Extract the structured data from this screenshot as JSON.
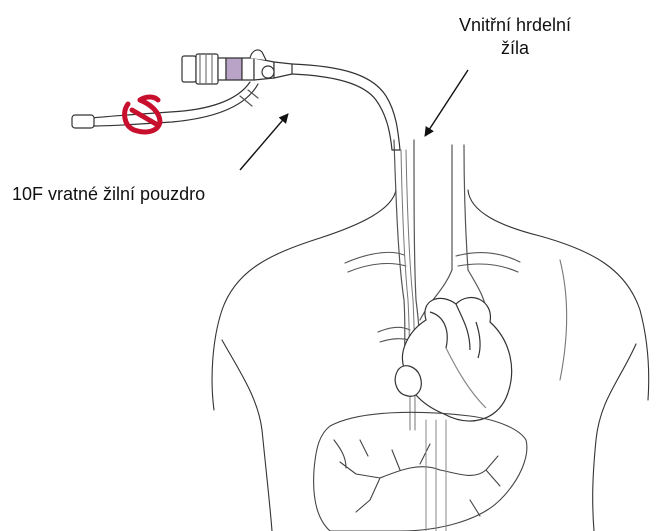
{
  "labels": {
    "jugular_line1": "Vnitřní hrdelní",
    "jugular_line2": "žíla",
    "sheath": "10F vratné žilní pouzdro"
  },
  "colors": {
    "outline": "#333333",
    "vessel": "#555555",
    "clamp": "#c8102e",
    "hub_band": "#b9a3c7",
    "text": "#111111"
  },
  "icons": {
    "arrow": "arrow-icon"
  }
}
